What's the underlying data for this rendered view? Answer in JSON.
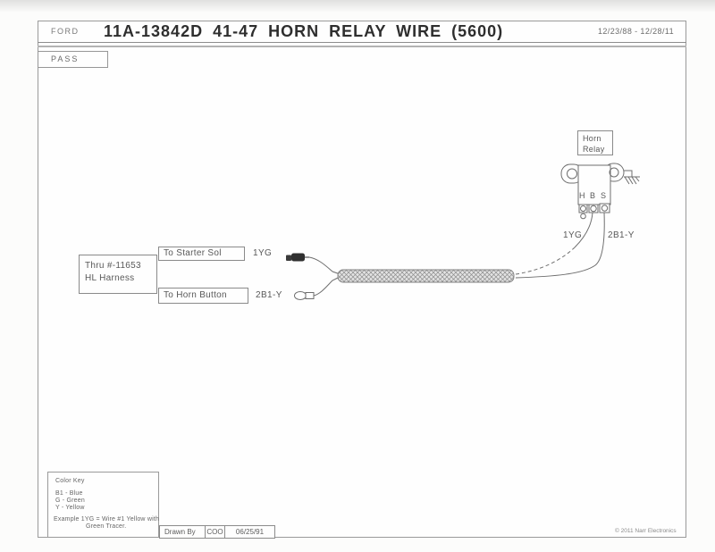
{
  "header": {
    "brand": "FORD",
    "title": "11A-13842D  41-47 HORN RELAY WIRE  (5600)",
    "date_range": "12/23/88 - 12/28/11"
  },
  "pass": {
    "label": "PASS"
  },
  "diagram": {
    "source_box": {
      "line1": "Thru #-11653",
      "line2": "HL Harness"
    },
    "branch_top": {
      "label": "To Starter Sol",
      "wire": "1YG"
    },
    "branch_bottom": {
      "label": "To Horn Button",
      "wire": "2B1-Y"
    },
    "relay": {
      "label_line1": "Horn",
      "label_line2": "Relay",
      "terminals": [
        "H",
        "B",
        "S"
      ],
      "wire_left": "1YG",
      "wire_right": "2B1-Y"
    }
  },
  "color_key": {
    "title": "Color Key",
    "entries": [
      "B1 - Blue",
      "G - Green",
      "Y - Yellow"
    ],
    "example_line1": "Example 1YG = Wire #1 Yellow with",
    "example_line2": "Green Tracer."
  },
  "title_block": {
    "drawn_by_label": "Drawn By",
    "drawn_by_initials": "COO",
    "date": "06/25/91"
  },
  "copyright": "© 2011 Narr Electronics",
  "colors": {
    "line": "#6e6e6e",
    "frame": "#9a9a9a",
    "loom_fill": "#e6e6e6"
  }
}
